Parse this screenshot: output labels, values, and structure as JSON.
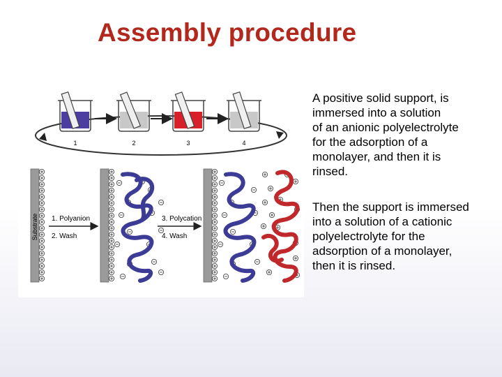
{
  "title": "Assembly procedure",
  "diagram": {
    "beaker_labels": [
      "1",
      "2",
      "3",
      "4"
    ],
    "beaker_colors": [
      "#4b3ea0",
      "#c8c8c8",
      "#d8202a",
      "#c8c8c8"
    ],
    "substrate_label": "Substrate",
    "step_a": {
      "line1": "1. Polyanion",
      "line2": "2. Wash"
    },
    "step_b": {
      "line1": "3. Polycation",
      "line2": "4. Wash"
    },
    "colors": {
      "polyanion": "#3c3c96",
      "polycation": "#c0282c",
      "substrate": "#9a9a9a"
    }
  },
  "description": {
    "paragraph1": "A positive solid support, is\nimmersed into a solution\nof an anionic polyelectrolyte\nfor the adsorption of a\nmonolayer, and then it is\nrinsed.",
    "paragraph2": "Then the support is immersed\ninto a solution of a cationic\npolyelectrolyte for the\nadsorption of a monolayer,\nthen it is rinsed."
  }
}
